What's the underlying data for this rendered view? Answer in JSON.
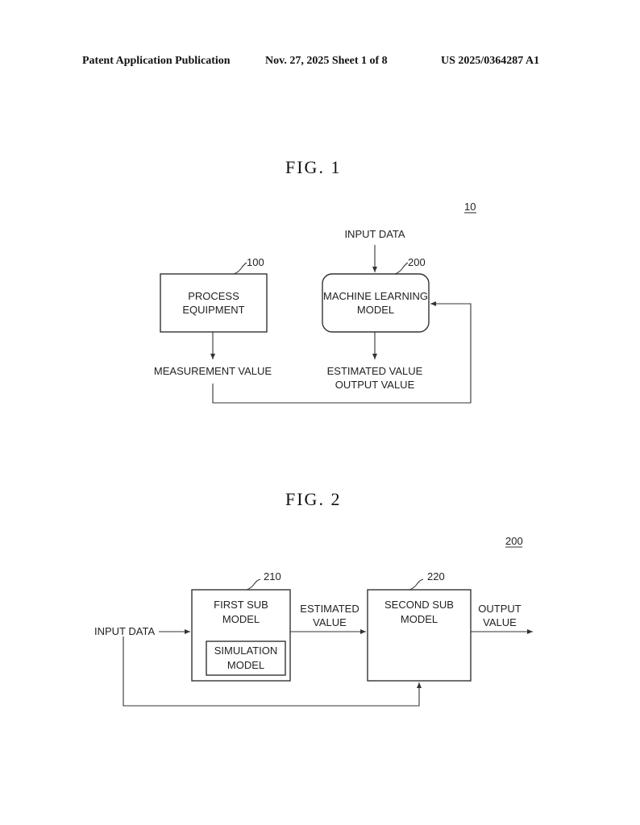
{
  "header": {
    "publication": "Patent Application Publication",
    "date_sheet": "Nov. 27, 2025  Sheet 1 of 8",
    "number": "US 2025/0364287 A1"
  },
  "fig1": {
    "title": "FIG.  1",
    "ref": "10",
    "input_label": "INPUT DATA",
    "process_ref": "100",
    "process_line1": "PROCESS",
    "process_line2": "EQUIPMENT",
    "ml_ref": "200",
    "ml_line1": "MACHINE LEARNING",
    "ml_line2": "MODEL",
    "measurement": "MEASUREMENT VALUE",
    "estimated": "ESTIMATED VALUE",
    "output": "OUTPUT VALUE"
  },
  "fig2": {
    "title": "FIG.  2",
    "ref": "200",
    "input_label": "INPUT DATA",
    "first_ref": "210",
    "first_line1": "FIRST SUB",
    "first_line2": "MODEL",
    "sim_line1": "SIMULATION",
    "sim_line2": "MODEL",
    "est_line1": "ESTIMATED",
    "est_line2": "VALUE",
    "second_ref": "220",
    "second_line1": "SECOND SUB",
    "second_line2": "MODEL",
    "out_line1": "OUTPUT",
    "out_line2": "VALUE"
  }
}
